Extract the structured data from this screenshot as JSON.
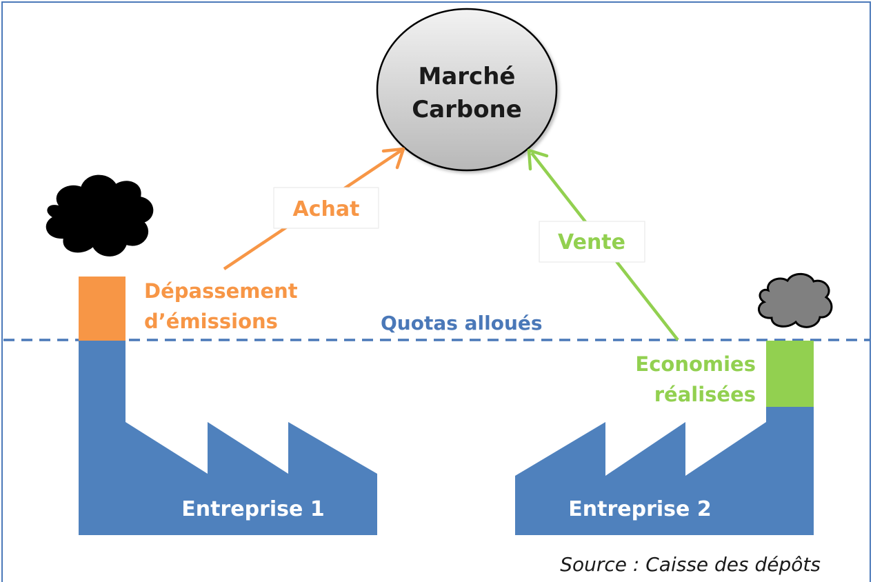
{
  "colors": {
    "frame": "#4a78b8",
    "factory": "#4f81bd",
    "excess": "#f79646",
    "savings": "#92d050",
    "quota_line": "#4a78b8",
    "smoke_dark": "#000000",
    "smoke_light": "#808080",
    "market_fill_top": "#f2f2f2",
    "market_fill_bottom": "#b8b8b8",
    "text_dark": "#1a1a1a"
  },
  "market": {
    "line1": "Marché",
    "line2": "Carbone"
  },
  "arrows": {
    "buy": {
      "label": "Achat",
      "color": "#f79646"
    },
    "sell": {
      "label": "Vente",
      "color": "#92d050"
    }
  },
  "quota": {
    "label": "Quotas alloués"
  },
  "company1": {
    "name": "Entreprise 1",
    "excess_line1": "Dépassement",
    "excess_line2": "d’émissions"
  },
  "company2": {
    "name": "Entreprise 2",
    "savings_line1": "Economies",
    "savings_line2": "réalisées"
  },
  "source": "Source : Caisse des dépôts",
  "icons": [
    "smoke-cloud-dark-icon",
    "smoke-cloud-grey-icon",
    "factory-icon"
  ]
}
